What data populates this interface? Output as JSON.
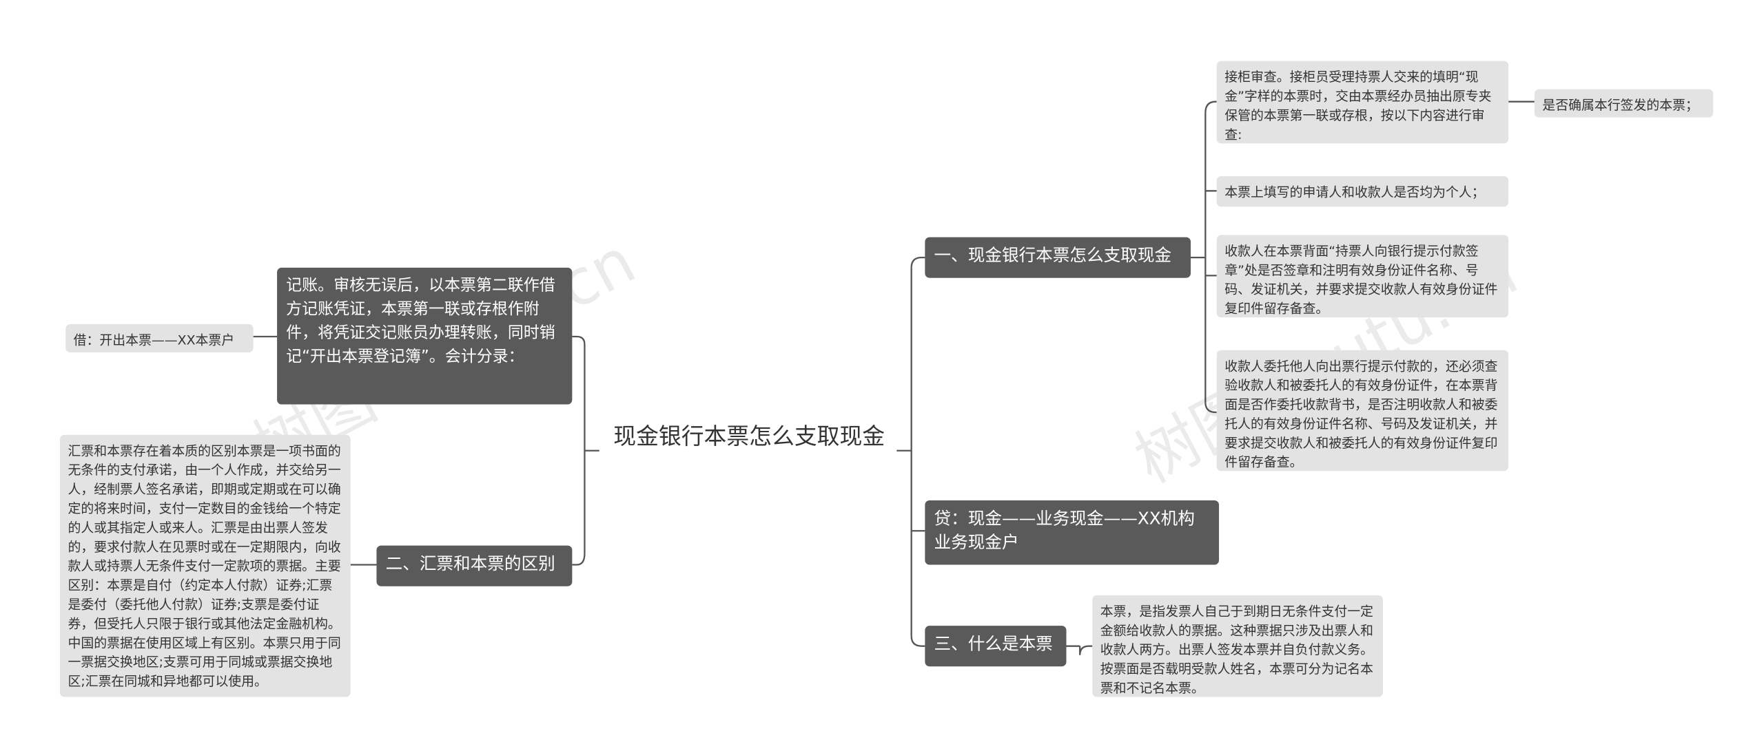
{
  "root": {
    "title": "现金银行本票怎么支取现金"
  },
  "right_branches": [
    {
      "label": "一、现金银行本票怎么支取现金",
      "children": [
        "接柜审查。接柜员受理持票人交来的填明“现金”字样的本票时，交由本票经办员抽出原专夹保管的本票第一联或存根，按以下内容进行审查:",
        "本票上填写的申请人和收款人是否均为个人；",
        "收款人在本票背面“持票人向银行提示付款签章”处是否签章和注明有效身份证件名称、号码、发证机关，并要求提交收款人有效身份证件复印件留存备查。",
        "收款人委托他人向出票行提示付款的，还必须查验收款人和被委托人的有效身份证件，在本票背面是否作委托收款背书，是否注明收款人和被委托人的有效身份证件名称、号码及发证机关，并要求提交收款人和被委托人的有效身份证件复印件留存备查。"
      ],
      "grandchild": "是否确属本行签发的本票；"
    },
    {
      "label": "贷：现金——业务现金——XX机构业务现金户"
    },
    {
      "label": "三、什么是本票",
      "child": "本票，是指发票人自己于到期日无条件支付一定金额给收款人的票据。这种票据只涉及出票人和收款人两方。出票人签发本票并自负付款义务。按票面是否载明受款人姓名，本票可分为记名本票和不记名本票。"
    }
  ],
  "left_branches": [
    {
      "label": "记账。审核无误后，以本票第二联作借方记账凭证，本票第一联或存根作附件，将凭证交记账员办理转账，同时销记“开出本票登记簿”。会计分录：",
      "child": "借：开出本票——XX本票户"
    },
    {
      "label": "二、汇票和本票的区别",
      "child": "汇票和本票存在着本质的区别本票是一项书面的无条件的支付承诺，由一个人作成，并交给另一人，经制票人签名承诺，即期或定期或在可以确定的将来时间，支付一定数目的金钱给一个特定的人或其指定人或来人。汇票是由出票人签发的，要求付款人在见票时或在一定期限内，向收款人或持票人无条件支付一定款项的票据。主要区别：本票是自付（约定本人付款）证券;汇票是委付（委托他人付款）证券;支票是委付证券，但受托人只限于银行或其他法定金融机构。中国的票据在使用区域上有区别。本票只用于同一票据交换地区;支票可用于同城或票据交换地区;汇票在同城和异地都可以使用。"
    }
  ],
  "colors": {
    "dark_node": "#5a5a5a",
    "light_node": "#e3e3e3",
    "line": "#555555"
  }
}
